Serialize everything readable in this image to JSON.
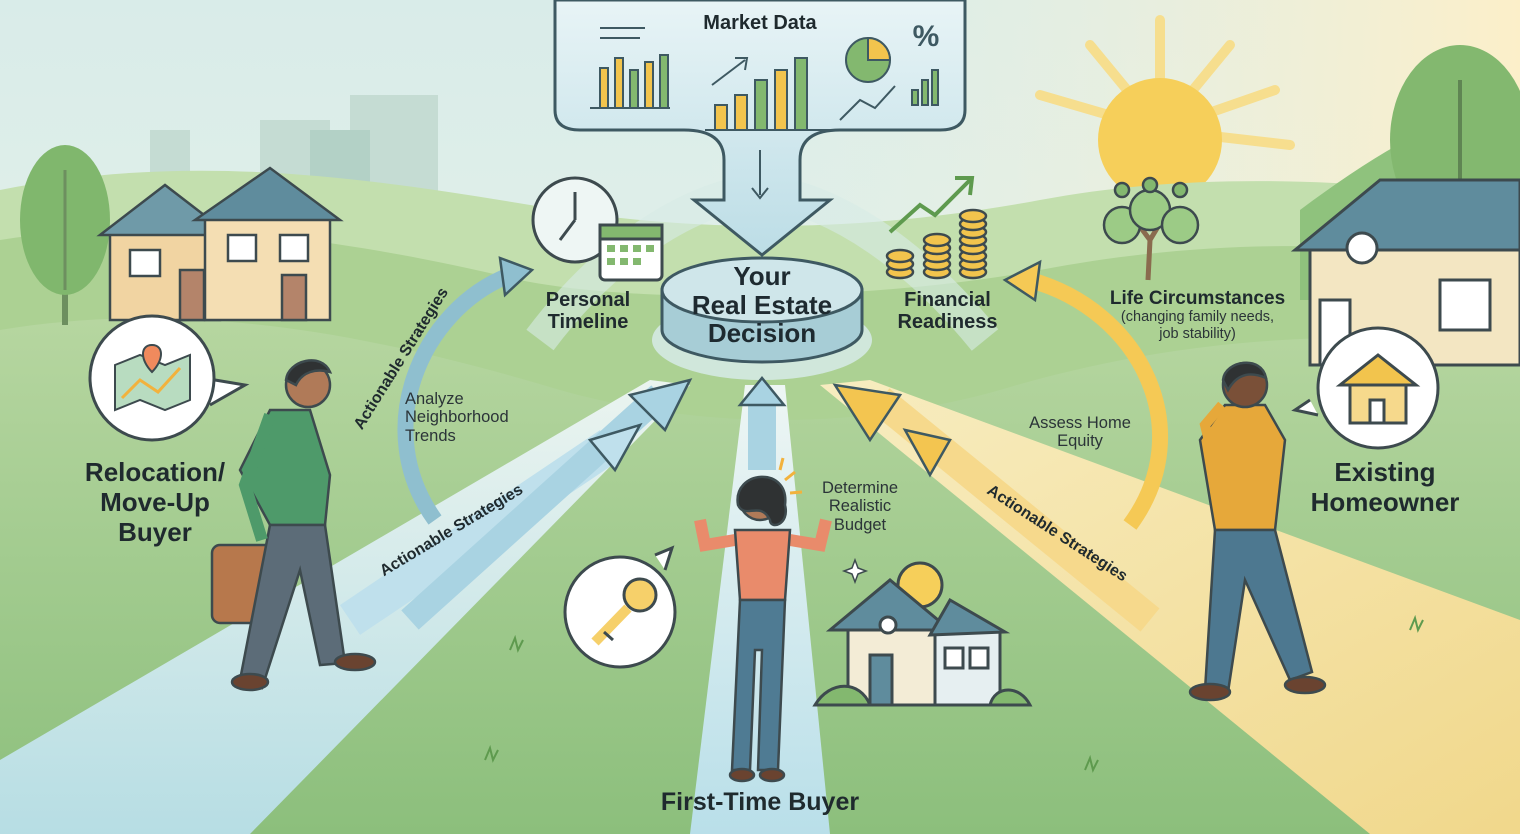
{
  "center": {
    "line1": "Your",
    "line2": "Real Estate",
    "line3": "Decision"
  },
  "market": {
    "title": "Market Data",
    "percent_symbol": "%"
  },
  "factors": {
    "timeline": {
      "line1": "Personal",
      "line2": "Timeline"
    },
    "financial": {
      "line1": "Financial",
      "line2": "Readiness"
    },
    "life": {
      "title": "Life Circumstances",
      "note1": "(changing family needs,",
      "note2": "job stability)"
    }
  },
  "personas": {
    "relocation": {
      "line1": "Relocation/",
      "line2": "Move-Up",
      "line3": "Buyer"
    },
    "first_time": {
      "label": "First-Time Buyer"
    },
    "existing": {
      "line1": "Existing",
      "line2": "Homeowner"
    }
  },
  "actions": {
    "neighborhood": {
      "line1": "Analyze",
      "line2": "Neighborhood",
      "line3": "Trends"
    },
    "budget": {
      "line1": "Determine",
      "line2": "Realistic",
      "line3": "Budget"
    },
    "equity": {
      "line1": "Assess Home",
      "line2": "Equity"
    }
  },
  "strategies": {
    "left_upper": "Actionable Strategies",
    "left_lower": "Actionable Strategies",
    "right": "Actionable Strategies"
  },
  "icons": {
    "relocation_bubble": "map-pin-icon",
    "first_time_bubble": "key-icon",
    "existing_bubble": "house-icon",
    "timeline": "clock-calendar-icon",
    "financial": "coins-growth-icon",
    "life": "family-tree-icon"
  },
  "colors": {
    "sky": "#e4f0ee",
    "grass": "#9cc98a",
    "path_blue": "#bfe0ec",
    "path_gold": "#f7d98d",
    "arrow_blue": "#7fb3c7",
    "arrow_gold": "#f0c14d",
    "sun": "#f6cf5a",
    "center_disc": "#c9e2e6",
    "text": "#1f2a2e"
  }
}
